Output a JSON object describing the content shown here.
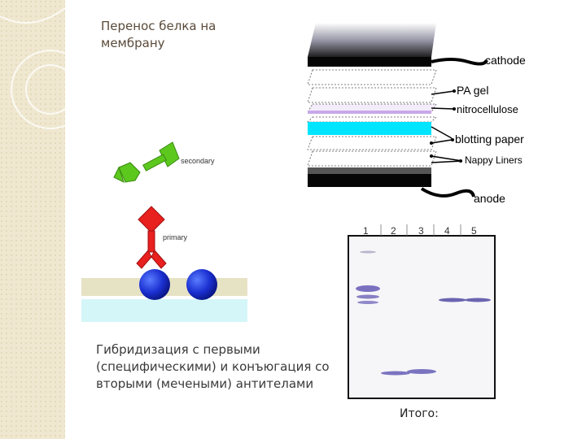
{
  "slide": {
    "title": "Перенос белка на\nмембрану",
    "caption": "Гибридизация с первыми\n(специфическими) и конъюгация со\nвторыми (мечеными) антителами",
    "result_label": "Итого:"
  },
  "stack_labels": {
    "cathode": "cathode",
    "pa_gel": "PA gel",
    "nitrocellulose": "nitrocellulose",
    "blotting_paper": "blotting paper",
    "nappy_liners": "Nappy Liners",
    "anode": "anode"
  },
  "antibody_labels": {
    "secondary": "secondary",
    "primary": "primary"
  },
  "gel_lanes": [
    "1",
    "2",
    "3",
    "4",
    "5"
  ],
  "colors": {
    "side_band": "#efe7cf",
    "blotting_paper": "#00e5ff",
    "nitrocellulose_edge": "#c8a8e8",
    "bead": "#1a2fd0",
    "primary_antibody": "#e8201e",
    "secondary_antibody": "#5cc81e",
    "band": "#6a64b0"
  }
}
